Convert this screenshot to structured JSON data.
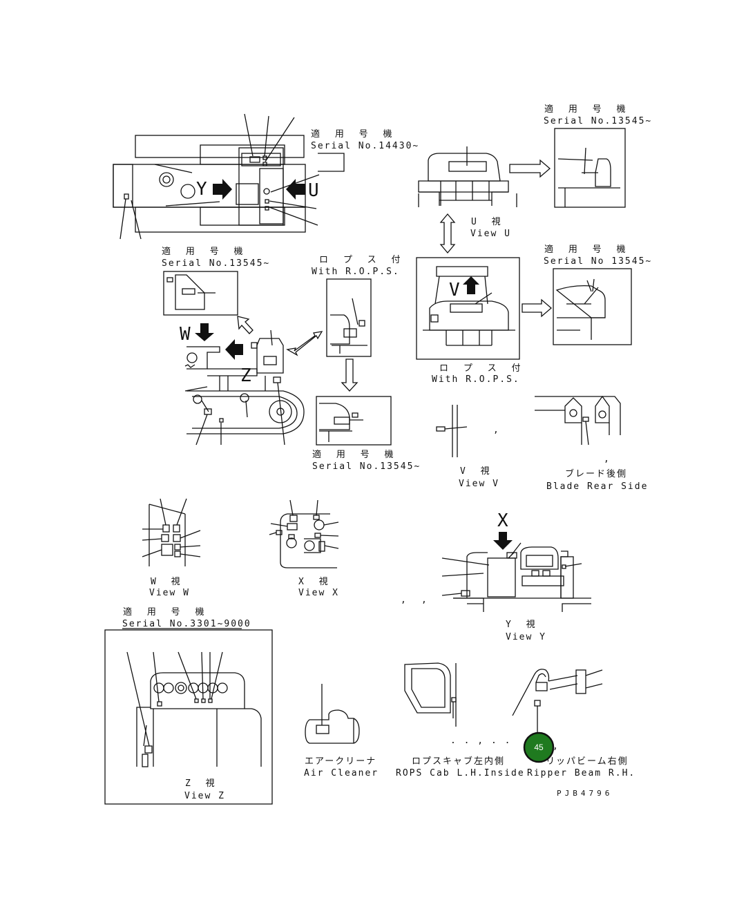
{
  "texts": {
    "tl_serial_jp": "適 用 号 機",
    "tl_serial_no": "Serial No.14430~",
    "tr_serial_jp": "適 用 号 機",
    "tr_serial_no": "Serial No.13545~",
    "mr_serial_jp": "適 用 号 機",
    "mr_serial_no": "Serial No 13545~",
    "ml_serial_jp": "適 用 号 機",
    "ml_serial_no": "Serial No.13545~",
    "rops1_jp": "ロ プ ス 付",
    "rops1_en": "With R.O.P.S.",
    "viewu_jp": "U 視",
    "viewu_en": "View U",
    "rops2_jp": "ロ プ ス 付",
    "rops2_en": "With R.O.P.S.",
    "bottom_serial_jp": "適 用 号 機",
    "bottom_serial_no": "Serial No.13545~",
    "viewv_jp": "V 視",
    "viewv_en": "View V",
    "blade_jp": "ブレード後側",
    "blade_en": "Blade Rear Side",
    "vieww_jp": "W 視",
    "vieww_en": "View W",
    "viewx_jp": "X 視",
    "viewx_en": "View X",
    "viewy_jp": "Y 視",
    "viewy_en": "View Y",
    "z_serial_jp": "適 用 号 機",
    "z_serial_no": "Serial No.3301~9000",
    "viewz_jp": "Z 視",
    "viewz_en": "View Z",
    "air_jp": "エアークリーナ",
    "air_en": "Air Cleaner",
    "ropscab_jp": "ロプスキャブ左内側",
    "ropscab_en": "ROPS Cab L.H.Inside",
    "ripper_jp": "リッパビーム右側",
    "ripper_en": "Ripper Beam R.H.",
    "drawing_code": "PJB4796",
    "badge_number": "45",
    "letter_y": "Y",
    "letter_u": "U",
    "letter_w": "W",
    "letter_z": "Z",
    "letter_v": "V",
    "letter_x": "X"
  },
  "colors": {
    "badge_fill": "#1f7a1f",
    "badge_ring": "#111111",
    "badge_text": "#ffffff",
    "ink": "#111111"
  },
  "icons": {
    "badge": "numbered-circle-badge",
    "arrows": "direction-arrow-icon"
  }
}
